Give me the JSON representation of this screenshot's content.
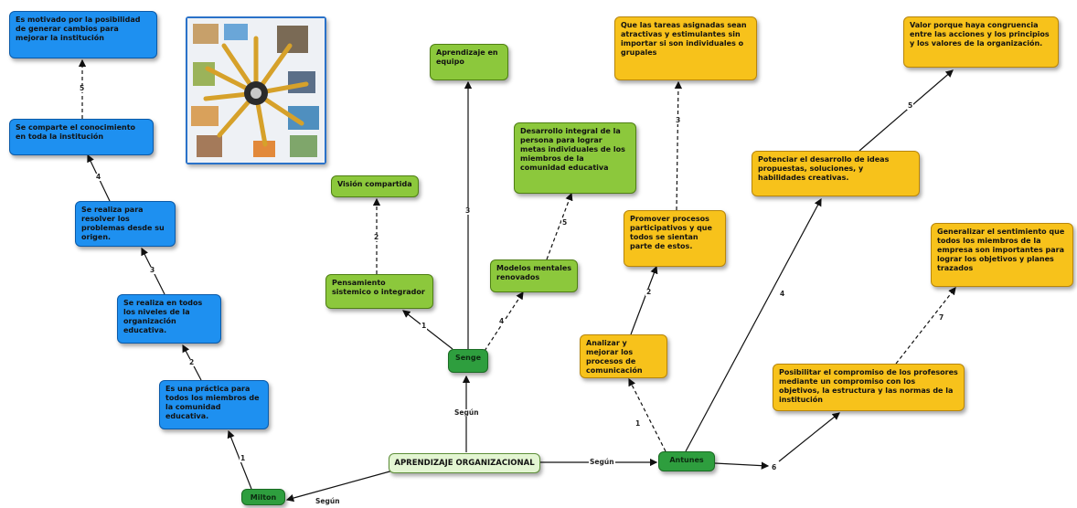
{
  "root": {
    "label": "APRENDIZAJE ORGANIZACIONAL"
  },
  "segun_label": "Según",
  "branches": {
    "milton": {
      "label": "Milton",
      "steps": [
        "Es una práctica para todos los miembros de la comunidad educativa.",
        "Se realiza en todos los niveles de la organización educativa.",
        "Se realiza para resolver los problemas desde su origen.",
        "Se comparte el conocimiento en toda la institución",
        "Es motivado por la posibilidad de generar cambios para mejorar la institución"
      ],
      "step_numbers": [
        "1",
        "2",
        "3",
        "4",
        "5"
      ]
    },
    "senge": {
      "label": "Senge",
      "items": [
        "Pensamiento sistemico o integrador",
        "Visión compartida",
        "Aprendizaje en equipo",
        "Modelos mentales renovados",
        "Desarrollo integral de la persona para lograr metas individuales de los miembros de la comunidad educativa"
      ],
      "numbers": [
        "1",
        "2",
        "3",
        "4",
        "5"
      ]
    },
    "antunes": {
      "label": "Antunes",
      "items": [
        "Analizar y mejorar los procesos de comunicación",
        "Promover procesos participativos y que todos se sientan parte de estos.",
        "Que las tareas asignadas sean atractivas y estimulantes sin importar si son individuales o grupales",
        "Potenciar el desarrollo de ideas propuestas, soluciones, y habilidades creativas.",
        "Valor porque haya congruencia entre las acciones y los principios y los valores de la organización.",
        "Posibilitar el compromiso de los profesores mediante un compromiso con los objetivos, la estructura y las normas de la institución",
        "Generalizar el sentimiento que todos los miembros de la empresa son importantes para lograr los objetivos y planes trazados"
      ],
      "numbers": [
        "1",
        "2",
        "3",
        "4",
        "5",
        "6",
        "7"
      ]
    }
  },
  "colors": {
    "blue": "#1e90f0",
    "light_green": "#8cc83c",
    "dark_green": "#2e9e3e",
    "yellow": "#f7c21b",
    "root": "#e3f5d2"
  },
  "illustration_icon": "collage-image-icon"
}
